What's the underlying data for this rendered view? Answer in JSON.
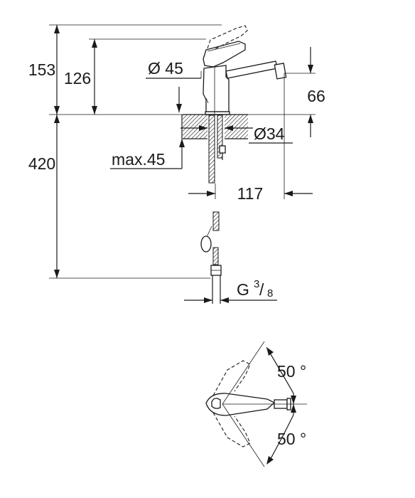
{
  "dimensions": {
    "total_height": "153",
    "spout_height": "126",
    "base_diameter": "Ø 45",
    "body_height": "66",
    "hole_diameter": "Ø34",
    "max_thickness": "max.45",
    "hose_length": "420",
    "reach": "117",
    "connection_thread": "G",
    "thread_num": "3",
    "thread_den": "8",
    "lever_angle_up": "50 °",
    "lever_angle_down": "50 °"
  }
}
